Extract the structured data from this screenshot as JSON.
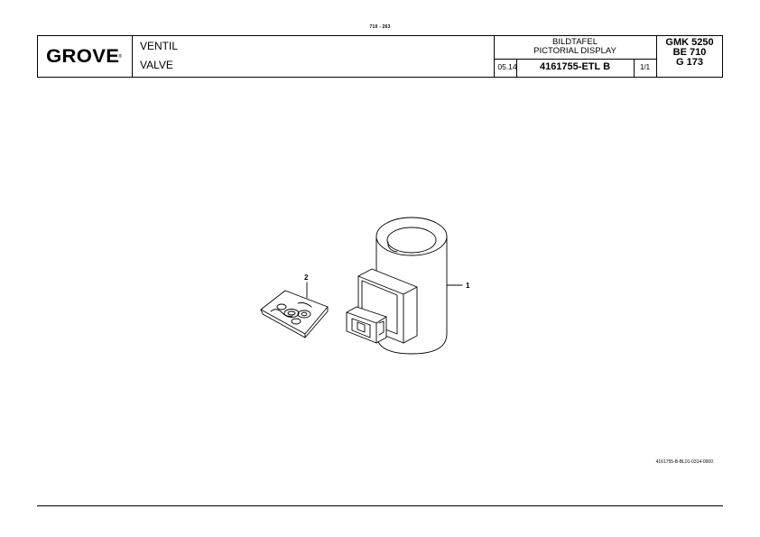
{
  "top_reference": "710 - 263",
  "header": {
    "logo": "GROVE",
    "logo_mark": "®",
    "title_de": "VENTIL",
    "title_en": "VALVE",
    "bildtafel": "BILDTAFEL",
    "pictorial_display": "PICTORIAL DISPLAY",
    "date": "05.14",
    "part_number": "4161755-ETL B",
    "sheet": "1/1",
    "model_line1": "GMK 5250",
    "model_line2": "BE 710",
    "model_line3": "G 173"
  },
  "drawing": {
    "callouts": [
      "1",
      "2"
    ],
    "reference": "4161755-B-BL01-0314-0000"
  }
}
